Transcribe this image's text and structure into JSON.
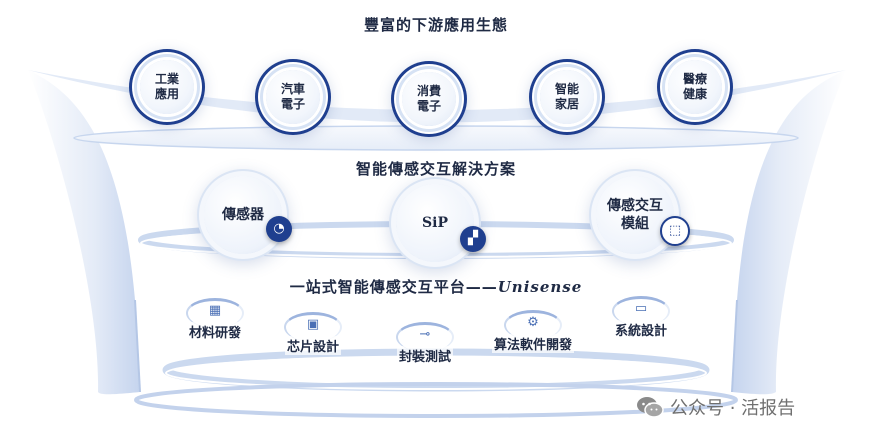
{
  "tiers": {
    "top": {
      "title": "豐富的下游應用生態",
      "items": [
        {
          "line1": "工業",
          "line2": "應用"
        },
        {
          "line1": "汽車",
          "line2": "電子"
        },
        {
          "line1": "消費",
          "line2": "電子"
        },
        {
          "line1": "智能",
          "line2": "家居"
        },
        {
          "line1": "醫療",
          "line2": "健康"
        }
      ]
    },
    "middle": {
      "title": "智能傳感交互解決方案",
      "items": [
        {
          "line1": "傳感器",
          "line2": "",
          "icon": "gauge-icon"
        },
        {
          "line1": "SiP",
          "line2": "",
          "icon": "chip-package-icon"
        },
        {
          "line1": "傳感交互",
          "line2": "模組",
          "icon": "module-box-icon"
        }
      ]
    },
    "bottom": {
      "title_main": "一站式智能傳感交互平台——",
      "title_brand": "Unisense",
      "items": [
        {
          "label": "材料研發",
          "icon": "material-icon",
          "glyph": "▦"
        },
        {
          "label": "芯片設計",
          "icon": "chip-icon",
          "glyph": "▣"
        },
        {
          "label": "封裝測試",
          "icon": "probe-icon",
          "glyph": "⊸"
        },
        {
          "label": "算法軟件開發",
          "icon": "algorithm-icon",
          "glyph": "⚙"
        },
        {
          "label": "系統設計",
          "icon": "system-icon",
          "glyph": "▭"
        }
      ]
    }
  },
  "watermark": {
    "text": "公众号 · 活报告",
    "icon": "wechat-icon"
  },
  "colors": {
    "accent": "#1f3f8f",
    "ring": "#d6e2f4",
    "text": "#1f2a44"
  }
}
